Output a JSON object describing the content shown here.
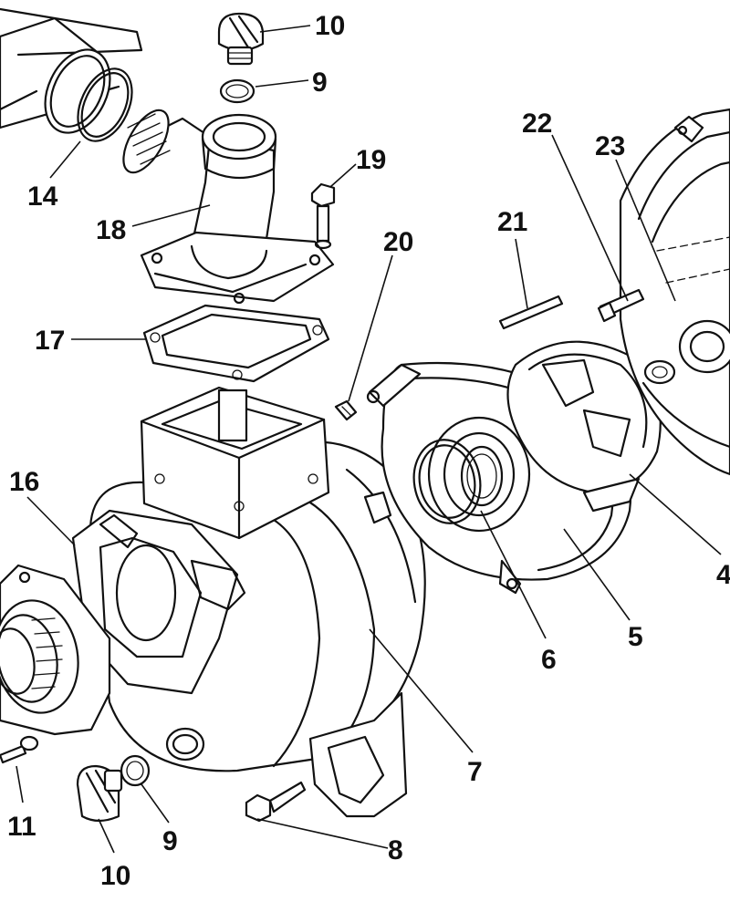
{
  "diagram": {
    "callouts": [
      {
        "id": "10a",
        "text": "10"
      },
      {
        "id": "9a",
        "text": "9"
      },
      {
        "id": "14",
        "text": "14"
      },
      {
        "id": "18",
        "text": "18"
      },
      {
        "id": "19",
        "text": "19"
      },
      {
        "id": "17",
        "text": "17"
      },
      {
        "id": "20",
        "text": "20"
      },
      {
        "id": "22",
        "text": "22"
      },
      {
        "id": "23",
        "text": "23"
      },
      {
        "id": "21",
        "text": "21"
      },
      {
        "id": "16",
        "text": "16"
      },
      {
        "id": "4",
        "text": "4"
      },
      {
        "id": "5",
        "text": "5"
      },
      {
        "id": "6",
        "text": "6"
      },
      {
        "id": "7",
        "text": "7"
      },
      {
        "id": "8",
        "text": "8"
      },
      {
        "id": "11",
        "text": "11"
      },
      {
        "id": "9b",
        "text": "9"
      },
      {
        "id": "10b",
        "text": "10"
      }
    ]
  }
}
